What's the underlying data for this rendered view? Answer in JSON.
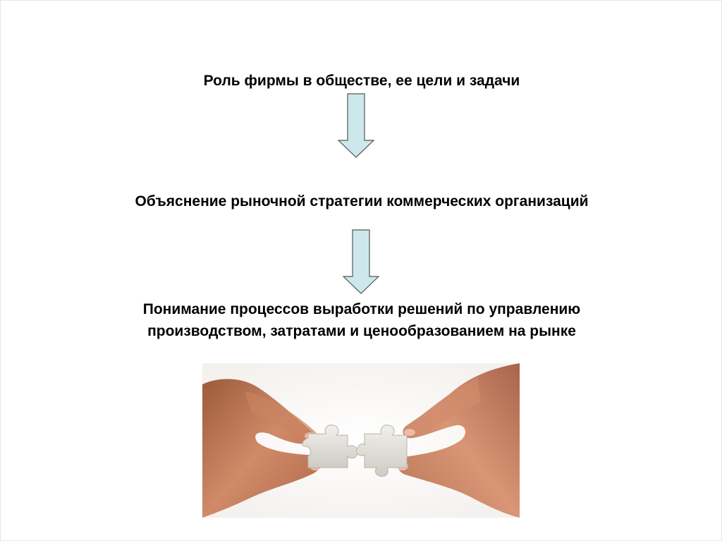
{
  "flow": {
    "steps": [
      {
        "text": "Роль фирмы в обществе, ее цели и задачи"
      },
      {
        "text": "Объяснение рыночной стратегии коммерческих организаций"
      },
      {
        "lines": [
          "Понимание процессов выработки решений по управлению",
          "производством, затратами и ценообразованием на рынке"
        ]
      }
    ],
    "arrow_color": "#cce8ec",
    "arrow_stroke": "#555555"
  },
  "illustration": {
    "icon": "hands-joining-puzzle-pieces-photo"
  }
}
